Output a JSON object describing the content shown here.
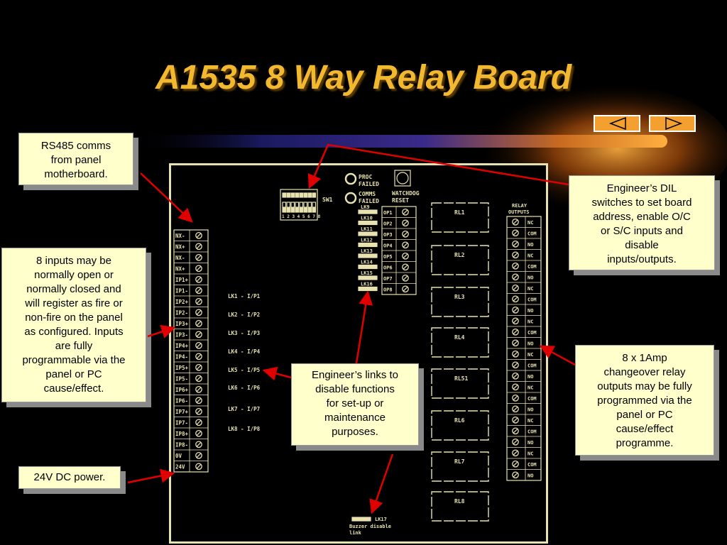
{
  "title": "A1535 8 Way Relay Board",
  "colors": {
    "title": "#f2b830",
    "callout_bg": "#ffffcc",
    "pcb": "#e8e2b0",
    "nav": "#f4a030",
    "arrow": "#e00000"
  },
  "nav": {
    "prev_icon": "triangle-left-icon",
    "next_icon": "triangle-right-icon"
  },
  "callouts": {
    "rs485": [
      "RS485 comms",
      "from panel",
      "motherboard."
    ],
    "inputs": [
      "8 inputs may be",
      "normally open or",
      "normally closed and",
      "will register as fire or",
      "non-fire on the panel",
      "as configured.  Inputs",
      "are fully",
      "programmable via the",
      "panel or PC",
      "cause/effect."
    ],
    "power": [
      "24V DC power."
    ],
    "links": [
      "Engineer’s links to",
      "disable functions",
      "for set-up or",
      "maintenance",
      "purposes."
    ],
    "dil": [
      "Engineer’s DIL",
      "switches to set board",
      "address, enable O/C",
      "or S/C inputs and",
      "disable",
      "inputs/outputs."
    ],
    "relays": [
      "8 x 1Amp",
      "changeover relay",
      "outputs may be fully",
      "programmed via the",
      "panel or PC",
      "cause/effect",
      "programme."
    ]
  },
  "board": {
    "terminals_left": [
      "NX-",
      "NX+",
      "NX-",
      "NX+",
      "IP1+",
      "IP1-",
      "IP2+",
      "IP2-",
      "IP3+",
      "IP3-",
      "IP4+",
      "IP4-",
      "IP5+",
      "IP5-",
      "IP6+",
      "IP6-",
      "IP7+",
      "IP7-",
      "IP8+",
      "IP8-",
      "0V",
      "24V"
    ],
    "input_links": [
      "LK1  -  I/P1",
      "LK2  -  I/P2",
      "LK3  -  I/P3",
      "LK4  -  I/P4",
      "LK5  -  I/P5",
      "LK6  -  I/P6",
      "LK7  -  I/P7",
      "LK8  -  I/P8"
    ],
    "sw_label": "SW1",
    "dip_numbers": "1 2 3 4 5 6 7 8",
    "led_proc": [
      "PROC",
      "FAILED"
    ],
    "led_comms": [
      "COMMS",
      "FAILED"
    ],
    "watchdog": [
      "WATCHDOG",
      "RESET"
    ],
    "mid_links": [
      "LK9",
      "LK10",
      "LK11",
      "LK12",
      "LK13",
      "LK14",
      "LK15",
      "LK16"
    ],
    "op_labels": [
      "OP1",
      "OP2",
      "OP3",
      "OP4",
      "OP5",
      "OP6",
      "OP7",
      "OP8"
    ],
    "relays": [
      "RL1",
      "RL2",
      "RL3",
      "RL4",
      "RL51",
      "RL6",
      "RL7",
      "RL8"
    ],
    "relay_outputs_header": [
      "RELAY",
      "OUTPUTS"
    ],
    "relay_terminals": [
      "NC",
      "COM",
      "NO",
      "NC",
      "COM",
      "NO",
      "NC",
      "COM",
      "NO",
      "NC",
      "COM",
      "NO",
      "NC",
      "COM",
      "NO",
      "NC",
      "COM",
      "NO",
      "NC",
      "COM",
      "NO",
      "NC",
      "COM",
      "NO"
    ],
    "buzzer_link": "LK17",
    "buzzer_text": [
      "Buzzer disable",
      "link"
    ]
  }
}
